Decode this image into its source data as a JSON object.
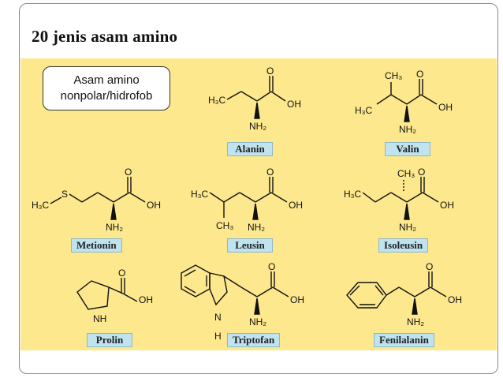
{
  "slide": {
    "title": "20 jenis asam amino"
  },
  "category": {
    "line1": "Asam amino",
    "line2": "nonpolar/hidrofob"
  },
  "amino_acids": [
    {
      "name": "Alanin"
    },
    {
      "name": "Valin"
    },
    {
      "name": "Metionin"
    },
    {
      "name": "Leusin"
    },
    {
      "name": "Isoleusin"
    },
    {
      "name": "Prolin"
    },
    {
      "name": "Triptofan"
    },
    {
      "name": "Fenilalanin"
    }
  ],
  "atoms": {
    "O": "O",
    "OH": "OH",
    "NH2": "NH₂",
    "H3C": "H₃C",
    "CH3": "CH₃",
    "S": "S",
    "NH": "NH",
    "N": "N",
    "H": "H"
  }
}
